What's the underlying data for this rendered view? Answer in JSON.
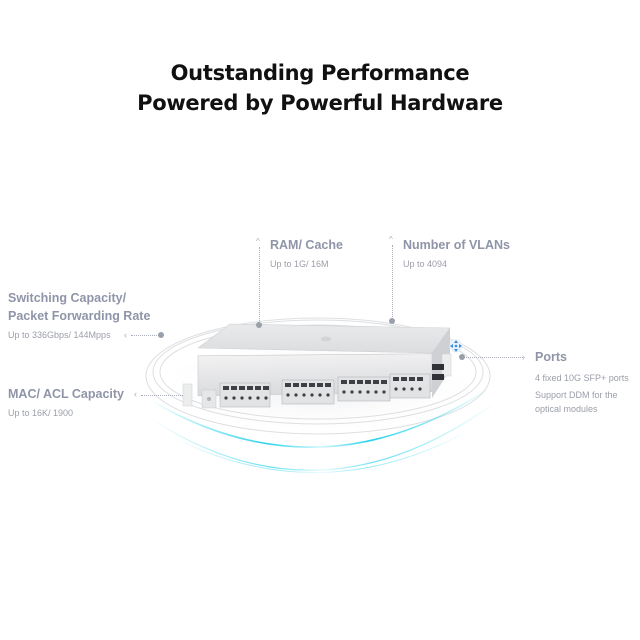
{
  "heading": {
    "line1": "Outstanding Performance",
    "line2": "Powered by Powerful Hardware"
  },
  "features": {
    "switching": {
      "title_line1": "Switching Capacity/",
      "title_line2": "Packet Forwarding Rate",
      "subtitle": "Up to 336Gbps/ 144Mpps"
    },
    "mac_acl": {
      "title": "MAC/ ACL Capacity",
      "subtitle": "Up to 16K/ 1900"
    },
    "ram": {
      "title": "RAM/ Cache",
      "subtitle": "Up to 1G/ 16M"
    },
    "vlans": {
      "title": "Number of VLANs",
      "subtitle": "Up to 4094"
    },
    "ports": {
      "title": "Ports",
      "line1": "4 fixed 10G SFP+ ports",
      "line2": "Support DDM for the",
      "line3": "optical modules"
    }
  },
  "icons": {
    "hotspot": "move-arrows-icon",
    "product": "network-switch-image"
  },
  "colors": {
    "heading": "#111111",
    "feature_title": "#8f95a8",
    "feature_sub": "#9a9ea8",
    "ring_accent": "#2ad4ec",
    "hotspot": "#3a8fe0"
  }
}
